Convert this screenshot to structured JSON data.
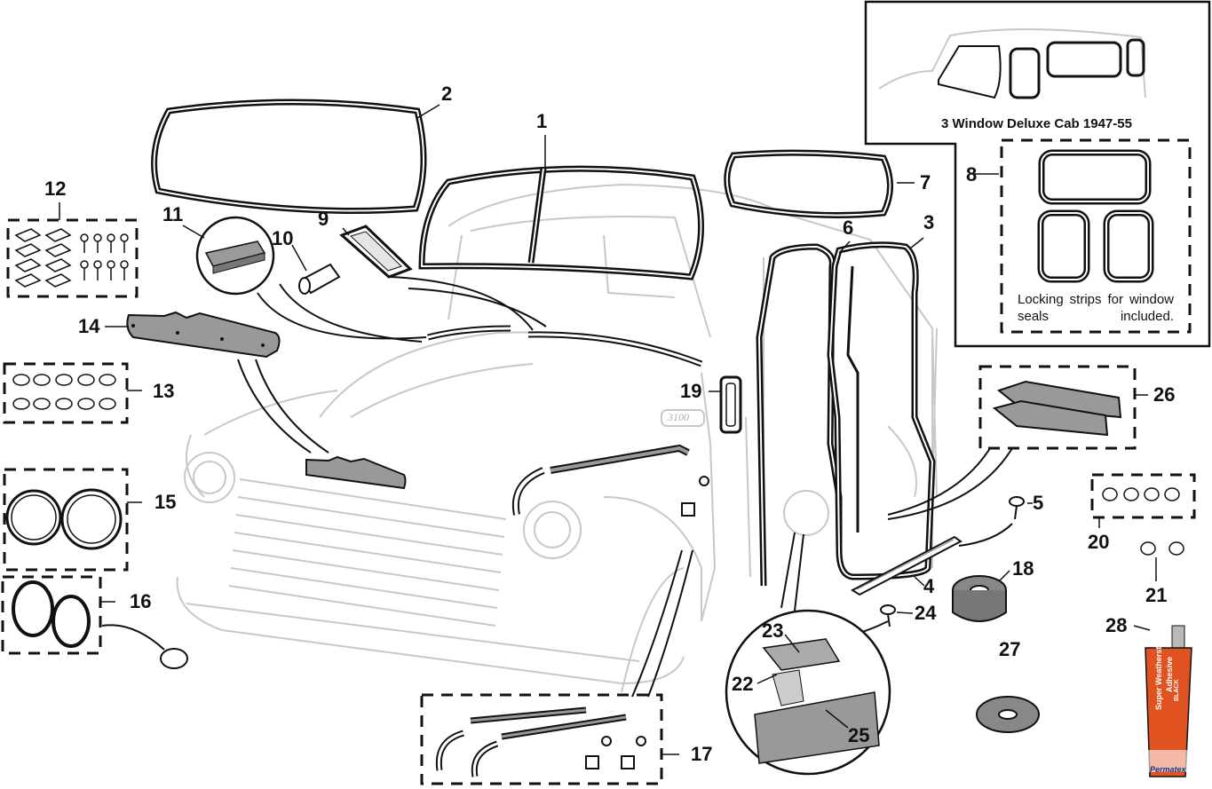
{
  "callouts": {
    "c1": "1",
    "c2": "2",
    "c3": "3",
    "c4": "4",
    "c5": "5",
    "c6": "6",
    "c7": "7",
    "c8": "8",
    "c9": "9",
    "c10": "10",
    "c11": "11",
    "c12": "12",
    "c13": "13",
    "c14": "14",
    "c15": "15",
    "c16": "16",
    "c17": "17",
    "c18": "18",
    "c19": "19",
    "c20": "20",
    "c21": "21",
    "c22": "22",
    "c23": "23",
    "c24": "24",
    "c25": "25",
    "c26": "26",
    "c27": "27",
    "c28": "28"
  },
  "inset": {
    "title": "3 Window Deluxe Cab 1947-55",
    "note": "Locking strips for window seals included."
  },
  "badge": {
    "text": "3100"
  },
  "tube": {
    "brand": "Permatex",
    "line1": "Super Weatherstrip",
    "line2": "Adhesive",
    "line3": "BLACK"
  },
  "colors": {
    "line": "#111111",
    "truck": "#c8c8c8",
    "gasket": "#8a8a8a",
    "tube_red": "#e0521f",
    "tube_silver": "#b9b9b9"
  }
}
